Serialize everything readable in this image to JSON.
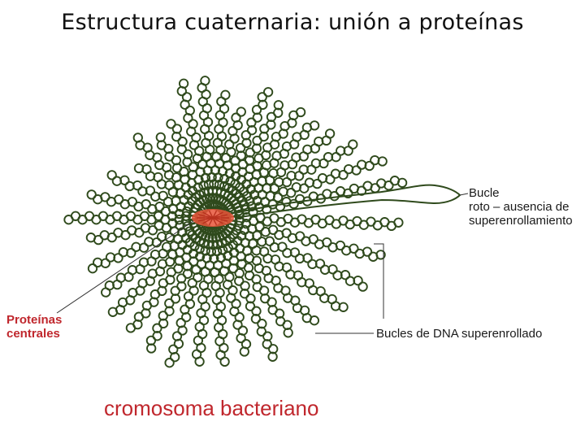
{
  "title": "Estructura cuaternaria: unión a proteínas",
  "labels": {
    "broken_loop": [
      "Bucle",
      "roto – ausencia de",
      "superenrollamiento"
    ],
    "central_proteins": [
      "Proteínas",
      "centrales"
    ],
    "supercoiled_loops": "Bucles de DNA superenrollado"
  },
  "caption": "cromosoma bacteriano",
  "colors": {
    "loop_stroke": "#2f4a1c",
    "center_protein": "#e8553a",
    "label_red": "#c0272d",
    "leader_line": "#333333"
  },
  "loops": [
    {
      "angle": -145,
      "length": 115
    },
    {
      "angle": -134,
      "length": 135
    },
    {
      "angle": -124,
      "length": 118
    },
    {
      "angle": -113,
      "length": 128
    },
    {
      "angle": -103,
      "length": 175
    },
    {
      "angle": -94,
      "length": 175
    },
    {
      "angle": -85,
      "length": 160
    },
    {
      "angle": -76,
      "length": 140
    },
    {
      "angle": -67,
      "length": 175
    },
    {
      "angle": -59,
      "length": 165
    },
    {
      "angle": -51,
      "length": 175
    },
    {
      "angle": -43,
      "length": 170
    },
    {
      "angle": -35,
      "length": 185
    },
    {
      "angle": -27,
      "length": 200
    },
    {
      "angle": -19,
      "length": 220
    },
    {
      "angle": -11,
      "length": 245
    },
    {
      "angle": 2,
      "length": 235
    },
    {
      "angle": 13,
      "length": 215
    },
    {
      "angle": 24,
      "length": 210
    },
    {
      "angle": 35,
      "length": 195
    },
    {
      "angle": 46,
      "length": 185
    },
    {
      "angle": 56,
      "length": 170
    },
    {
      "angle": 66,
      "length": 190
    },
    {
      "angle": 76,
      "length": 170
    },
    {
      "angle": 86,
      "length": 185
    },
    {
      "angle": 96,
      "length": 180
    },
    {
      "angle": 106,
      "length": 190
    },
    {
      "angle": 116,
      "length": 185
    },
    {
      "angle": 126,
      "length": 175
    },
    {
      "angle": 136,
      "length": 175
    },
    {
      "angle": 146,
      "length": 165
    },
    {
      "angle": 158,
      "length": 165
    },
    {
      "angle": 170,
      "length": 160
    },
    {
      "angle": 180,
      "length": 185
    },
    {
      "angle": -170,
      "length": 160
    },
    {
      "angle": -158,
      "length": 135
    }
  ]
}
